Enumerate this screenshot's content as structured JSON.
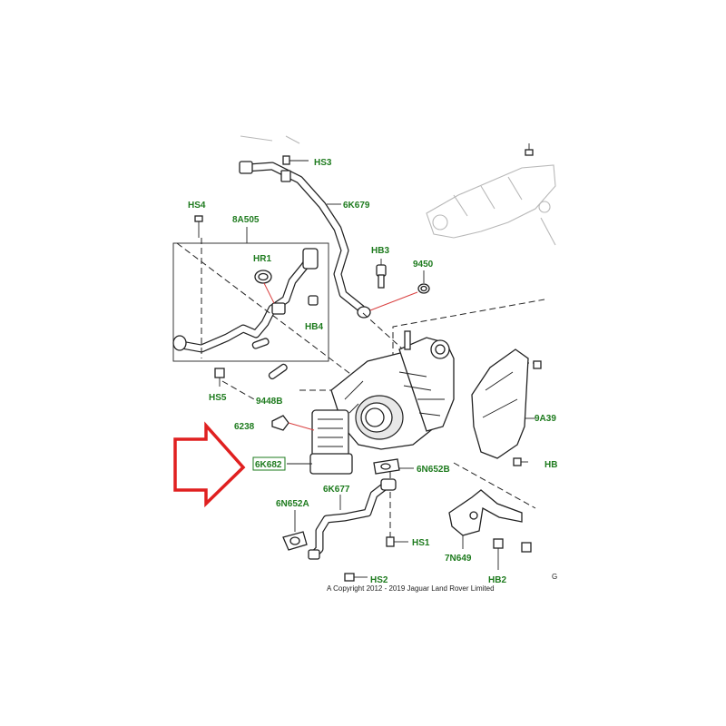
{
  "labels": {
    "hs3": "HS3",
    "p6k679": "6K679",
    "hs4": "HS4",
    "p8a505": "8A505",
    "hr1": "HR1",
    "hb3": "HB3",
    "p9450": "9450",
    "hb4": "HB4",
    "hs5": "HS5",
    "p9448b": "9448B",
    "p6238": "6238",
    "p9a39": "9A39",
    "p6k682": "6K682",
    "p6n652b": "6N652B",
    "hb_right": "HB",
    "p6k677": "6K677",
    "p6n652a": "6N652A",
    "hs1": "HS1",
    "p7n649": "7N649",
    "hb2": "HB2",
    "hs2": "HS2",
    "copyright": "A Copyright 2012 - 2019 Jaguar Land Rover Limited",
    "corner": "G"
  },
  "colors": {
    "label_green": "#1e7b1e",
    "arrow_red": "#e02020",
    "line": "#222222"
  }
}
